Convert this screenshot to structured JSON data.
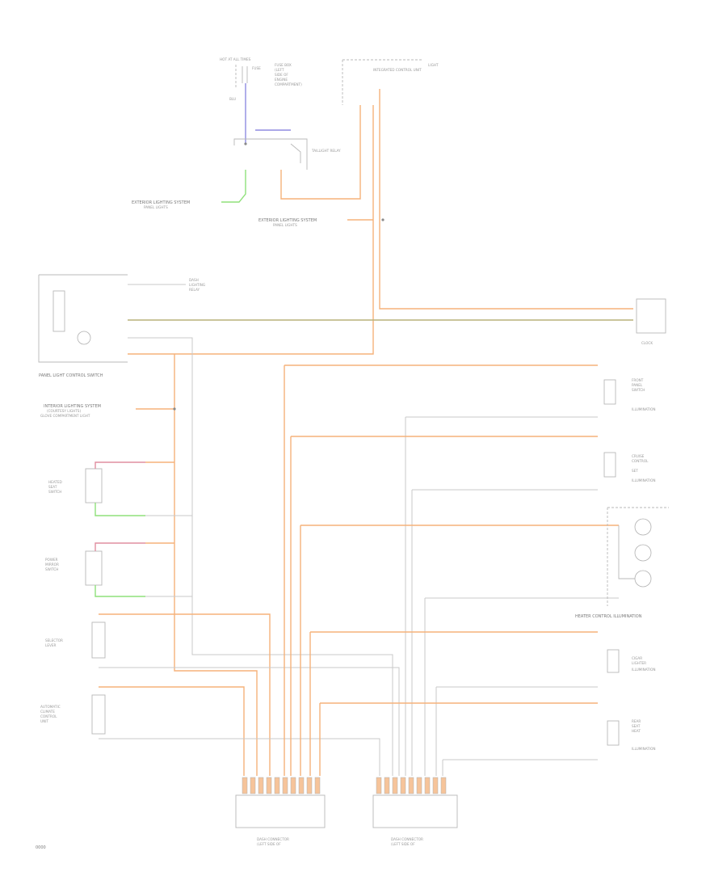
{
  "labels": {
    "hot_at_all_times": "HOT AT ALL TIMES",
    "fuse_text": "FUSE",
    "fuse_panel_lines": [
      "FUSE BOX",
      "(LEFT",
      "SIDE OF",
      "ENGINE",
      "COMPARTMENT)"
    ],
    "light_text": "LIGHT",
    "integrated_control_unit": "INTEGRATED CONTROL UNIT",
    "taillight_relay": "TAILLIGHT RELAY",
    "exterior_lights_top": "EXTERIOR LIGHTING SYSTEM",
    "exterior_lights_top_sub": "PANEL LIGHTS",
    "exterior_lights_mid": "EXTERIOR LIGHTING SYSTEM",
    "exterior_lights_mid_sub": "PANEL LIGHTS",
    "panel_light_control_switch": "PANEL LIGHT CONTROL SWITCH",
    "dash_light_lines": [
      "DASH",
      "LIGHTING",
      "RELAY"
    ],
    "clock": "CLOCK",
    "interior_lights_left": [
      "INTERIOR LIGHTING SYSTEM",
      "(COURTESY LIGHTS)",
      "GLOVE COMPARTMENT LIGHT"
    ],
    "switch_left_1": [
      "HEATED",
      "SEAT",
      "SWITCH"
    ],
    "switch_left_2": [
      "POWER",
      "MIRROR",
      "SWITCH"
    ],
    "switch_left_3": [
      "SELECTOR",
      "LEVER"
    ],
    "switch_left_4": [
      "AUTOMATIC",
      "CLIMATE",
      "CONTROL",
      "UNIT"
    ],
    "right_1": [
      "FRONT",
      "PANEL",
      "SWITCH",
      "ILLUMINATION"
    ],
    "right_2": [
      "CRUISE",
      "CONTROL",
      "SET",
      "ILLUMINATION"
    ],
    "heater_control_illumination": "HEATER CONTROL ILLUMINATION",
    "right_4": [
      "CIGAR",
      "LIGHTER",
      "ILLUMINATION"
    ],
    "right_5": [
      "REAR",
      "SEAT",
      "HEAT",
      "ILLUMINATION"
    ],
    "connector_left": [
      "DASH CONNECTOR",
      "(LEFT SIDE OF"
    ],
    "connector_right": [
      "DASH CONNECTOR",
      "(LEFT SIDE OF"
    ],
    "diagram_code": "0000"
  }
}
